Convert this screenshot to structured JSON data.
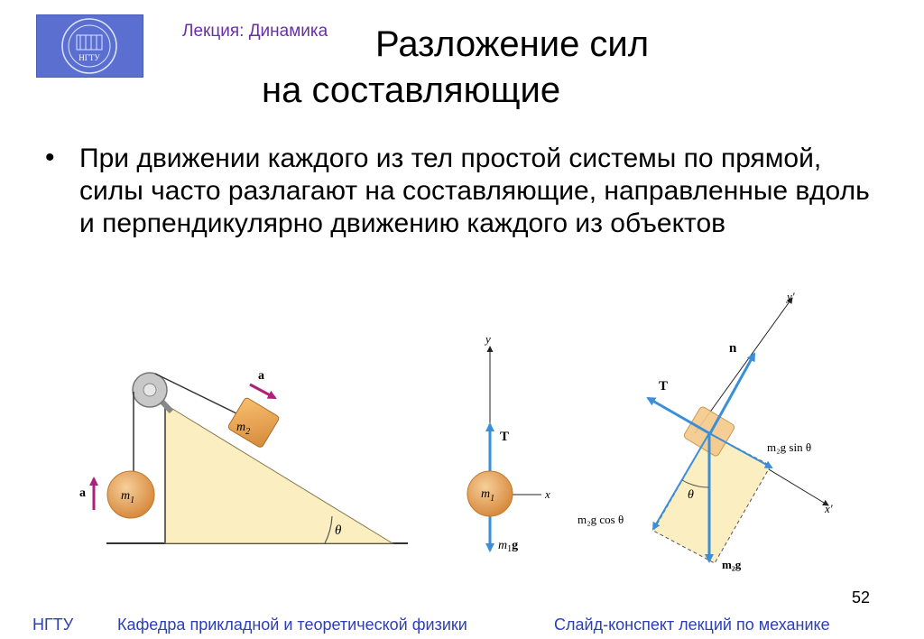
{
  "header": {
    "logo_text": "НГТУ",
    "subtitle": "Лекция: Динамика",
    "title_line1": "Разложение сил",
    "title_line2": "на составляющие"
  },
  "bullet": {
    "text": "При движении каждого из тел простой системы по прямой, силы часто разлагают на составляющие, направленные вдоль и перпендикулярно движению каждого из объектов"
  },
  "figure_left": {
    "accel_block": "a",
    "accel_mass": "a",
    "m2": "m",
    "m2_sub": "2",
    "m1": "m",
    "m1_sub": "1",
    "angle": "θ"
  },
  "figure_middle": {
    "y_axis": "y",
    "x_axis": "x",
    "tension": "T",
    "mass": "m",
    "mass_sub": "1",
    "weight": "m",
    "weight_sub": "1",
    "weight_g": "g"
  },
  "figure_right": {
    "y_axis": "y′",
    "x_axis": "x′",
    "normal": "n",
    "tension": "T",
    "sin_comp": "m₂g sin θ",
    "cos_comp": "m₂g cos θ",
    "angle": "θ",
    "weight": "m₂g"
  },
  "page_number": "52",
  "footer": {
    "org": "НГТУ",
    "department": "Кафедра  прикладной и теоретической физики",
    "course": "Слайд-конспект лекций по  механике"
  },
  "colors": {
    "logo_bg": "#5b6fd0",
    "subtitle": "#6a2fa8",
    "footer": "#2c3fb5",
    "arrow_blue": "#3a8fd8",
    "arrow_magenta": "#b0207a",
    "incline": "#fbeec0",
    "mass": "#e8a25a"
  }
}
